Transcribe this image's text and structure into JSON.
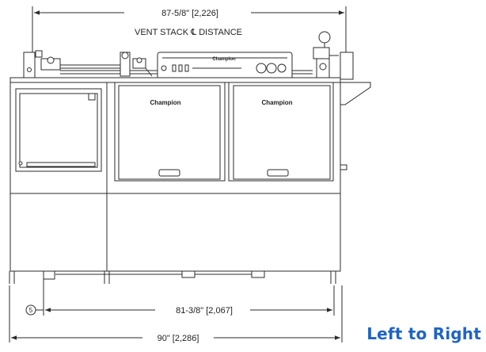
{
  "dimensions": {
    "top_width": "87-5/8\" [2,226]",
    "vent_stack": "VENT STACK ℄ DISTANCE",
    "leg_span": "81-3/8\" [2,067]",
    "overall_width": "90\" [2,286]",
    "callout": "5"
  },
  "labels": {
    "brand_left": "Champion",
    "brand_right": "Champion",
    "brand_panel": "Champion"
  },
  "caption": "Left to Right",
  "colors": {
    "line": "#2b2b2b",
    "caption": "#1f63c6"
  }
}
